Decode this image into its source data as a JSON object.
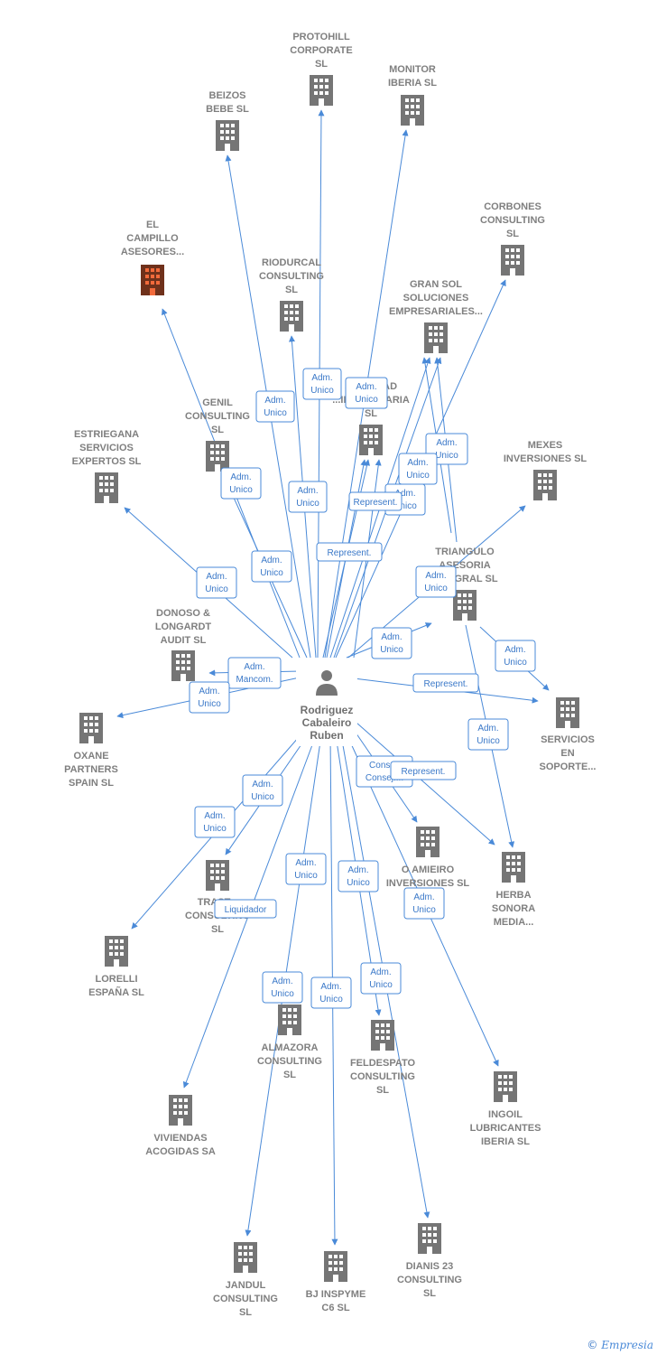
{
  "center": {
    "name_lines": [
      "Rodriguez",
      "Cabaleiro",
      "Ruben"
    ],
    "icon": "person-icon"
  },
  "colors": {
    "edge": "#4a8ad8",
    "building": "#757575",
    "highlight": "#f26a3b"
  },
  "companies": [
    {
      "id": "protohill",
      "label": [
        "PROTOHILL",
        "CORPORATE",
        "SL"
      ]
    },
    {
      "id": "monitor",
      "label": [
        "MONITOR",
        "IBERIA SL"
      ]
    },
    {
      "id": "beizos",
      "label": [
        "BEIZOS",
        "BEBE  SL"
      ]
    },
    {
      "id": "corbones",
      "label": [
        "CORBONES",
        "CONSULTING",
        "SL"
      ]
    },
    {
      "id": "campillo",
      "label": [
        "EL",
        "CAMPILLO",
        "ASESORES..."
      ],
      "highlight": true
    },
    {
      "id": "riodurcal",
      "label": [
        "RIODURCAL",
        "CONSULTING",
        "SL"
      ]
    },
    {
      "id": "gransol",
      "label": [
        "GRAN SOL",
        "SOLUCIONES",
        "EMPRESARIALES..."
      ]
    },
    {
      "id": "sociedad",
      "label": [
        "SOCIEDAD",
        "...INMOBILIARIA",
        "SL"
      ]
    },
    {
      "id": "genil",
      "label": [
        "GENIL",
        "CONSULTING",
        "SL"
      ]
    },
    {
      "id": "estriegana",
      "label": [
        "ESTRIEGANA",
        "SERVICIOS",
        "EXPERTOS  SL"
      ]
    },
    {
      "id": "mexes",
      "label": [
        "MEXES",
        "INVERSIONES SL"
      ]
    },
    {
      "id": "triangulo",
      "label": [
        "TRIANGULO",
        "ASESORIA",
        "INTEGRAL  SL"
      ]
    },
    {
      "id": "donoso",
      "label": [
        "DONOSO &",
        "LONGARDT",
        "AUDIT SL"
      ]
    },
    {
      "id": "oxane",
      "label": [
        "OXANE",
        "PARTNERS",
        "SPAIN  SL"
      ]
    },
    {
      "id": "servicios",
      "label": [
        "SERVICIOS",
        "EN",
        "SOPORTE..."
      ]
    },
    {
      "id": "amieiro",
      "label": [
        "O AMIEIRO",
        "INVERSIONES SL"
      ]
    },
    {
      "id": "herba",
      "label": [
        "HERBA",
        "SONORA",
        "MEDIA..."
      ]
    },
    {
      "id": "trast",
      "label": [
        "TRAST...",
        "CONSULTING",
        "SL"
      ]
    },
    {
      "id": "lorelli",
      "label": [
        "LORELLI",
        "ESPAÑA  SL"
      ]
    },
    {
      "id": "almazora",
      "label": [
        "ALMAZORA",
        "CONSULTING",
        "SL"
      ]
    },
    {
      "id": "feldespato",
      "label": [
        "FELDESPATO",
        "CONSULTING",
        "SL"
      ]
    },
    {
      "id": "ingoil",
      "label": [
        "INGOIL",
        "LUBRICANTES",
        "IBERIA  SL"
      ]
    },
    {
      "id": "viviendas",
      "label": [
        "VIVIENDAS",
        "ACOGIDAS SA"
      ]
    },
    {
      "id": "jandul",
      "label": [
        "JANDUL",
        "CONSULTING",
        "SL"
      ]
    },
    {
      "id": "bj",
      "label": [
        "BJ INSPYME",
        "C6 SL"
      ]
    },
    {
      "id": "dianis",
      "label": [
        "DIANIS 23",
        "CONSULTING",
        "SL"
      ]
    }
  ],
  "relations": [
    {
      "lines": [
        "Adm.",
        "Unico"
      ]
    },
    {
      "lines": [
        "Adm.",
        "Unico"
      ]
    },
    {
      "lines": [
        "Adm.",
        "Unico"
      ]
    },
    {
      "lines": [
        "Adm.",
        "Unico"
      ]
    },
    {
      "lines": [
        "Adm.",
        "Unico"
      ]
    },
    {
      "lines": [
        "Adm.",
        "Unico"
      ]
    },
    {
      "lines": [
        "Adm.",
        "Unico"
      ]
    },
    {
      "lines": [
        "Adm.",
        "Unico"
      ]
    },
    {
      "lines": [
        "Adm.",
        "Unico"
      ]
    },
    {
      "lines": [
        "Represent."
      ]
    },
    {
      "lines": [
        "Represent."
      ]
    },
    {
      "lines": [
        "Adm.",
        "Unico"
      ]
    },
    {
      "lines": [
        "Adm.",
        "Unico"
      ]
    },
    {
      "lines": [
        "Adm.",
        "Unico"
      ]
    },
    {
      "lines": [
        "Adm.",
        "Mancom."
      ]
    },
    {
      "lines": [
        "Adm.",
        "Unico"
      ]
    },
    {
      "lines": [
        "Represent."
      ]
    },
    {
      "lines": [
        "Adm.",
        "Unico"
      ]
    },
    {
      "lines": [
        "Adm.",
        "Unico"
      ]
    },
    {
      "lines": [
        "Consej.",
        "Consej...."
      ]
    },
    {
      "lines": [
        "Represent."
      ]
    },
    {
      "lines": [
        "Adm.",
        "Unico"
      ]
    },
    {
      "lines": [
        "Adm.",
        "Unico"
      ]
    },
    {
      "lines": [
        "Adm.",
        "Unico"
      ]
    },
    {
      "lines": [
        "Adm.",
        "Unico"
      ]
    },
    {
      "lines": [
        "Liquidador"
      ]
    },
    {
      "lines": [
        "Adm.",
        "Unico"
      ]
    },
    {
      "lines": [
        "Adm.",
        "Unico"
      ]
    },
    {
      "lines": [
        "Adm.",
        "Unico"
      ]
    },
    {
      "lines": [
        "Adm.",
        "Unico"
      ]
    },
    {
      "lines": [
        "Adm.",
        "Unico"
      ]
    }
  ],
  "footer": {
    "copyright": "©",
    "brand": "Empresia"
  }
}
